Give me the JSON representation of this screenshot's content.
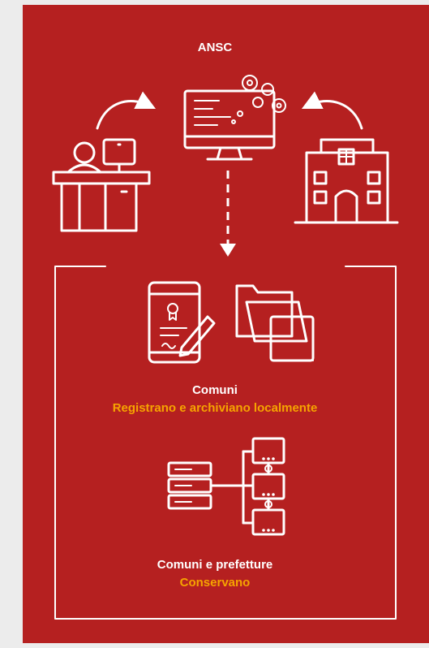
{
  "top": {
    "label": "ANSC"
  },
  "municipalities": {
    "title": "Comuni",
    "action": "Registrano e archiviano localmente"
  },
  "prefectures": {
    "title": "Comuni e prefetture",
    "action": "Conservano"
  },
  "colors": {
    "background": "#b52020",
    "page": "#ececec",
    "foreground": "#ffffff",
    "accent": "#f6a400"
  },
  "icons": [
    "desk-clerk-icon",
    "computer-gears-icon",
    "town-hall-icon",
    "tablet-certificate-icon",
    "folders-icon",
    "server-network-icon"
  ]
}
